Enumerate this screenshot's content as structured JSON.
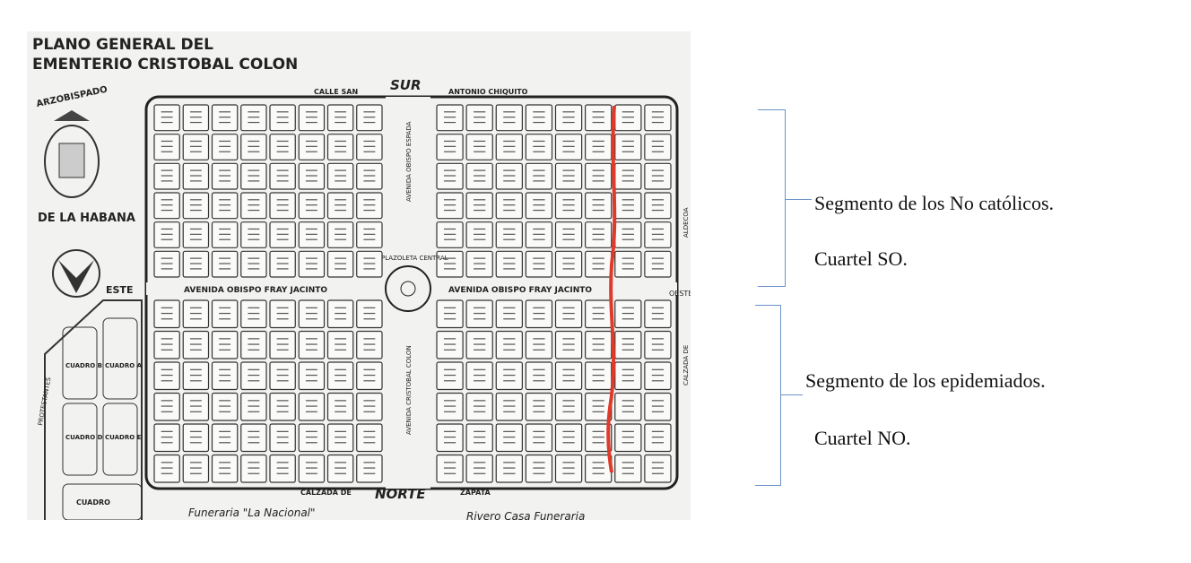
{
  "map": {
    "title_line1": "PLANO GENERAL DEL",
    "title_line2": "EMENTERIO CRISTOBAL COLON",
    "arzobispado": "ARZOBISPADO",
    "de_la_habana": "DE LA HABANA",
    "north_top": "SUR",
    "north_bottom": "NORTE",
    "street_top_left": "CALLE SAN",
    "street_top_right": "ANTONIO CHIQUITO",
    "street_bottom_left": "CALZADA DE",
    "street_bottom_right": "ZAPATA",
    "avenue_left": "AVENIDA OBISPO FRAY JACINTO",
    "avenue_right": "AVENIDA OBISPO FRAY JACINTO",
    "plaza": "PLAZOLETA CENTRAL",
    "avenue_vertical_top": "AVENIDA OBISPO ESPADA",
    "avenue_vertical_bottom": "AVENIDA CRISTOBAL COLON",
    "street_right_top": "ALDECOA",
    "street_right_bottom": "CALZADA DE",
    "este": "ESTE",
    "oeste": "OESTE",
    "protestantes": "PROTESTANTES",
    "cuadros": [
      "CUADRO A",
      "CUADRO B",
      "CUADRO D",
      "CUADRO E",
      "CUADRO"
    ],
    "funeraria_left": "Funeraria \"La Nacional\"",
    "funeraria_right": "Rivero Casa Funeraria",
    "highlight_color": "#e03a2a"
  },
  "annotations": [
    {
      "segment": "Segmento de los No católicos.",
      "cuartel": "Cuartel SO."
    },
    {
      "segment": "Segmento de los epidemiados.",
      "cuartel": "Cuartel NO."
    }
  ],
  "bracket_color": "#6b93c9"
}
